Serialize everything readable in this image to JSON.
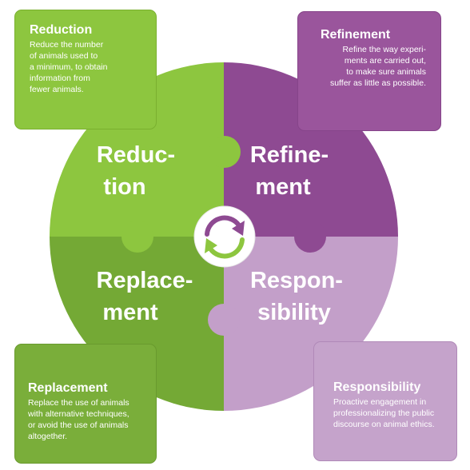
{
  "cards": {
    "reduction": {
      "title": "Reduction",
      "lines": [
        "Reduce the number",
        "of animals used to",
        "a minimum, to obtain",
        "information from",
        "fewer animals."
      ]
    },
    "refinement": {
      "title": "Refinement",
      "lines": [
        "Refine the way experi-",
        "ments are carried out,",
        "to make sure animals",
        "suffer as little as possible."
      ]
    },
    "replacement": {
      "title": "Replacement",
      "lines": [
        "Replace the use of animals",
        "with alternative techniques,",
        "or avoid the use of animals",
        "altogether."
      ]
    },
    "responsibility": {
      "title": "Responsibility",
      "lines": [
        "Proactive engagement in",
        "professionalizing the public",
        "discourse on animal ethics."
      ]
    }
  },
  "wheel": {
    "reduction": [
      "Reduc-",
      "tion"
    ],
    "refinement": [
      "Refine-",
      "ment"
    ],
    "replacement": [
      "Replace-",
      "ment"
    ],
    "responsibility": [
      "Respon-",
      "sibility"
    ],
    "center_icon": "recycle-arrows-icon"
  },
  "colors": {
    "reduction": "#8dc63f",
    "refinement": "#8e4a92",
    "replacement": "#74a935",
    "responsibility": "#c39fc9"
  }
}
